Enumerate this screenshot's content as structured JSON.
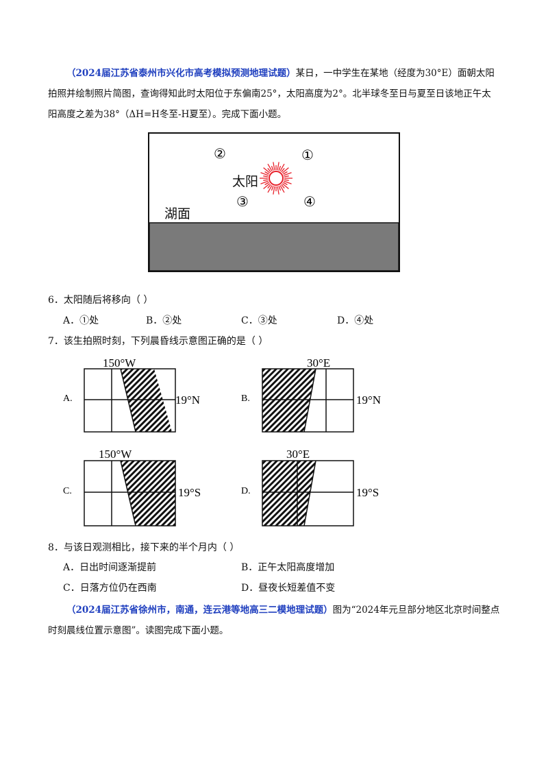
{
  "intro1": {
    "source": "（2024届江苏省泰州市兴化市高考模拟预测地理试题）",
    "text": "某日，一中学生在某地（经度为30°E）面朝太阳拍照并绘制照片简图，查询得知此时太阳位于东偏南25°，太阳高度为2°。北半球冬至日与夏至日该地正午太阳高度之差为38°（ΔH=H冬至-H夏至）。完成下面小题。"
  },
  "figure1": {
    "sun_label": "太阳",
    "lake_label": "湖面",
    "markers": [
      "②",
      "①",
      "③",
      "④"
    ],
    "sun_color": "#e8202a",
    "lake_color": "#7a7a7a"
  },
  "q6": {
    "stem": "6．太阳随后将移向（    ）",
    "options": [
      "A．①处",
      "B．②处",
      "C．③处",
      "D．④处"
    ]
  },
  "q7": {
    "stem": "7．该生拍照时刻，下列晨昏线示意图正确的是（    ）",
    "figures": [
      {
        "letter": "A.",
        "top": "150°W",
        "right": "19°N"
      },
      {
        "letter": "B.",
        "top": "30°E",
        "right": "19°N"
      },
      {
        "letter": "C.",
        "top": "150°W",
        "right": "19°S"
      },
      {
        "letter": "D.",
        "top": "30°E",
        "right": "19°S"
      }
    ]
  },
  "q8": {
    "stem": "8．与该日观测相比，接下来的半个月内（    ）",
    "options": [
      "A．日出时间逐渐提前",
      "B．正午太阳高度增加",
      "C．日落方位仍在西南",
      "D．昼夜长短差值不变"
    ]
  },
  "intro2": {
    "source": "（2024届江苏省徐州市，南通，连云港等地高三二模地理试题）",
    "text": "图为“2024年元旦部分地区北京时间整点时刻晨线位置示意图”。读图完成下面小题。"
  }
}
